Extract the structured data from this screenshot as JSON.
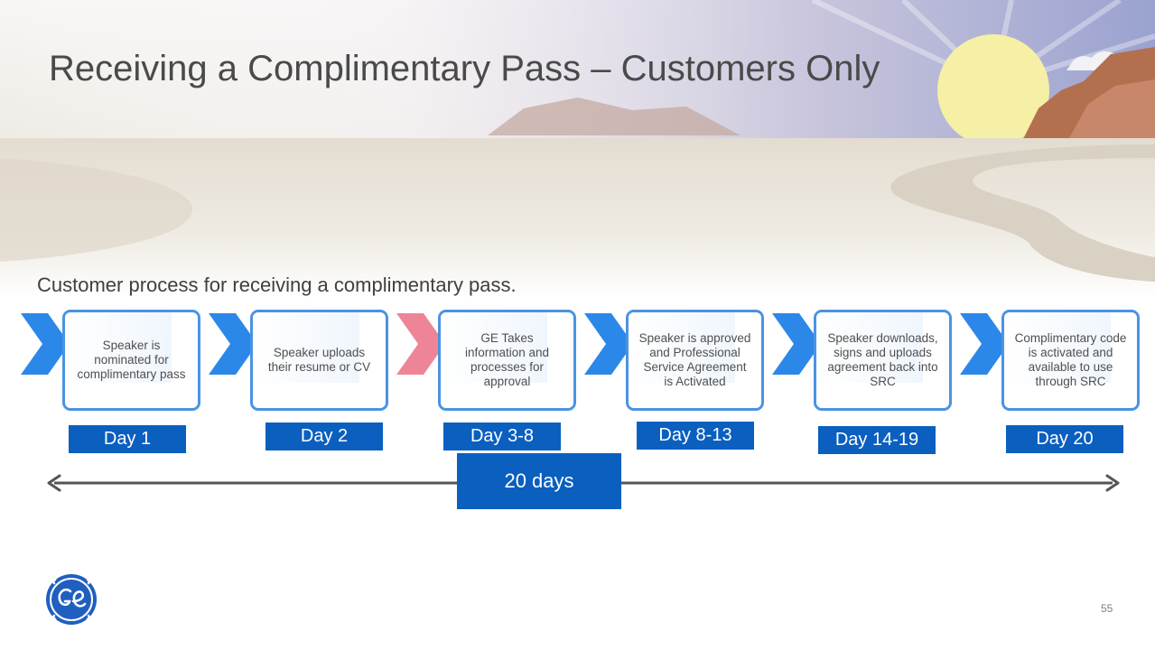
{
  "slide": {
    "title": "Receiving a Complimentary Pass – Customers Only",
    "subtitle": "Customer process for receiving a complimentary pass.",
    "page_number": "55"
  },
  "steps": [
    {
      "label": "Speaker is nominated for complimentary pass",
      "day": "Day 1",
      "accent": "#2c88e8"
    },
    {
      "label": "Speaker uploads their resume or CV",
      "day": "Day 2",
      "accent": "#2c88e8"
    },
    {
      "label": "GE Takes information and processes for approval",
      "day": "Day 3-8",
      "accent": "#ee8596"
    },
    {
      "label": "Speaker is approved and Professional Service Agreement is Activated",
      "day": "Day 8-13",
      "accent": "#2c88e8"
    },
    {
      "label": "Speaker downloads, signs and uploads agreement back into SRC",
      "day": "Day 14-19",
      "accent": "#2c88e8"
    },
    {
      "label": "Complimentary code is activated and available to use through SRC",
      "day": "Day 20",
      "accent": "#2c88e8"
    }
  ],
  "timeline": {
    "duration_label": "20 days"
  },
  "colors": {
    "step_border": "#4a93e4",
    "day_badge": "#0a5fbf",
    "duration_badge": "#0a5fbf",
    "timeline_arrow": "#555555",
    "logo": "#1f5fbf"
  },
  "icons": {
    "logo": "ge-monogram-logo"
  }
}
